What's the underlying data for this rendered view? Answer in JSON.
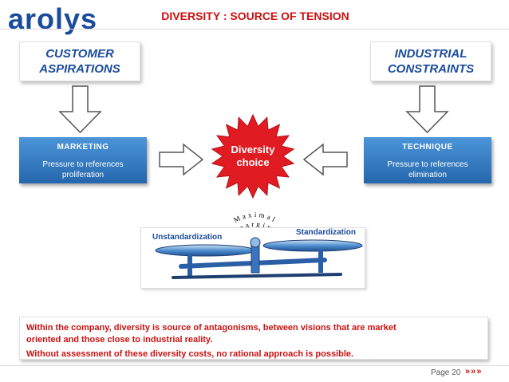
{
  "header": {
    "logo_text": "arolys",
    "title": "DIVERSITY : SOURCE OF TENSION"
  },
  "left_top": {
    "line1": "CUSTOMER",
    "line2": "ASPIRATIONS"
  },
  "right_top": {
    "line1": "INDUSTRIAL",
    "line2": "CONSTRAINTS"
  },
  "left_box": {
    "heading": "MARKETING",
    "line1": "Pressure to references",
    "line2": "proliferation"
  },
  "right_box": {
    "heading": "TECHNIQUE",
    "line1": "Pressure to references",
    "line2": "elimination"
  },
  "center": {
    "line1": "Diversity",
    "line2": "choice"
  },
  "scale": {
    "left_label": "Unstandardization",
    "right_label": "Standardization",
    "margin_word1": "Maximal",
    "margin_word2": "margin"
  },
  "bottom": {
    "line1": "Within the company, diversity is source of antagonisms, between visions that are market",
    "line2": "oriented and those close to industrial reality.",
    "line3": "Without assessment of these diversity costs, no rational approach is possible."
  },
  "footer": {
    "page_label": "Page  20",
    "chevrons": "» » »"
  },
  "colors": {
    "red": "#cc1111",
    "blue": "#1a4b9c",
    "box_blue": "#3b82c8",
    "star_red": "#e11b22"
  }
}
